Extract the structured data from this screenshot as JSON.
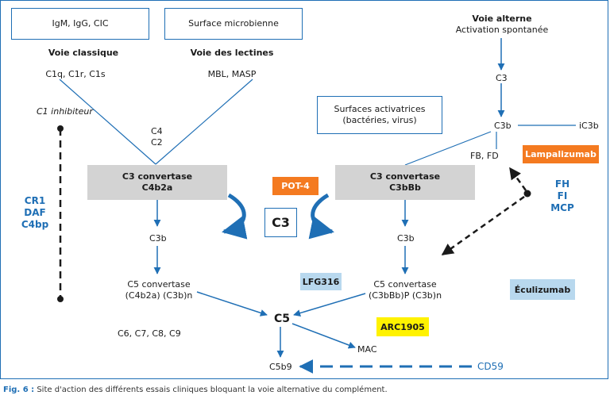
{
  "top_boxes": {
    "igm": "IgM, IgG, CIC",
    "surface": "Surface microbienne"
  },
  "classical": {
    "title": "Voie classique",
    "components": "C1q, C1r, C1s",
    "inhibitor": "C1 inhibiteur",
    "c4": "C4",
    "c2": "C2"
  },
  "lectin": {
    "title": "Voie des lectines",
    "components": "MBL, MASP"
  },
  "alternative": {
    "title": "Voie alterne",
    "subtitle": "Activation spontanée",
    "c3": "C3",
    "c3b": "C3b",
    "ic3b": "iC3b",
    "fbfd": "FB, FD"
  },
  "activating_surfaces": {
    "line1": "Surfaces activatrices",
    "line2": "(bactéries, virus)"
  },
  "convertase_left": {
    "line1": "C3 convertase",
    "line2": "C4b2a"
  },
  "convertase_right": {
    "line1": "C3 convertase",
    "line2": "C3bBb"
  },
  "center_c3": "C3",
  "left_chain": {
    "c3b": "C3b",
    "c5conv_line1": "C5 convertase",
    "c5conv_line2": "(C4b2a) (C3b)n",
    "late": "C6, C7, C8, C9"
  },
  "right_chain": {
    "c3b": "C3b",
    "c5conv_line1": "C5 convertase",
    "c5conv_line2": "(C3bBb)P (C3b)n"
  },
  "center_chain": {
    "c5": "C5",
    "mac": "MAC",
    "c5b9": "C5b9"
  },
  "regulators_left": [
    "CR1",
    "DAF",
    "C4bp"
  ],
  "regulators_right": [
    "FH",
    "FI",
    "MCP"
  ],
  "cd59": "CD59",
  "drugs": {
    "pot4": "POT-4",
    "lampalizumab": "Lampalizumab",
    "lfg316": "LFG316",
    "eculizumab": "Éculizumab",
    "arc1905": "ARC1905"
  },
  "caption": {
    "label": "Fig. 6 :",
    "text": "Site d'action des différents essais cliniques bloquant la voie alternative du complément."
  },
  "colors": {
    "blue": "#1f6fb5",
    "orange": "#f47a20",
    "light_blue": "#b8d8ee",
    "yellow": "#fff200",
    "gray": "#d3d3d3"
  }
}
